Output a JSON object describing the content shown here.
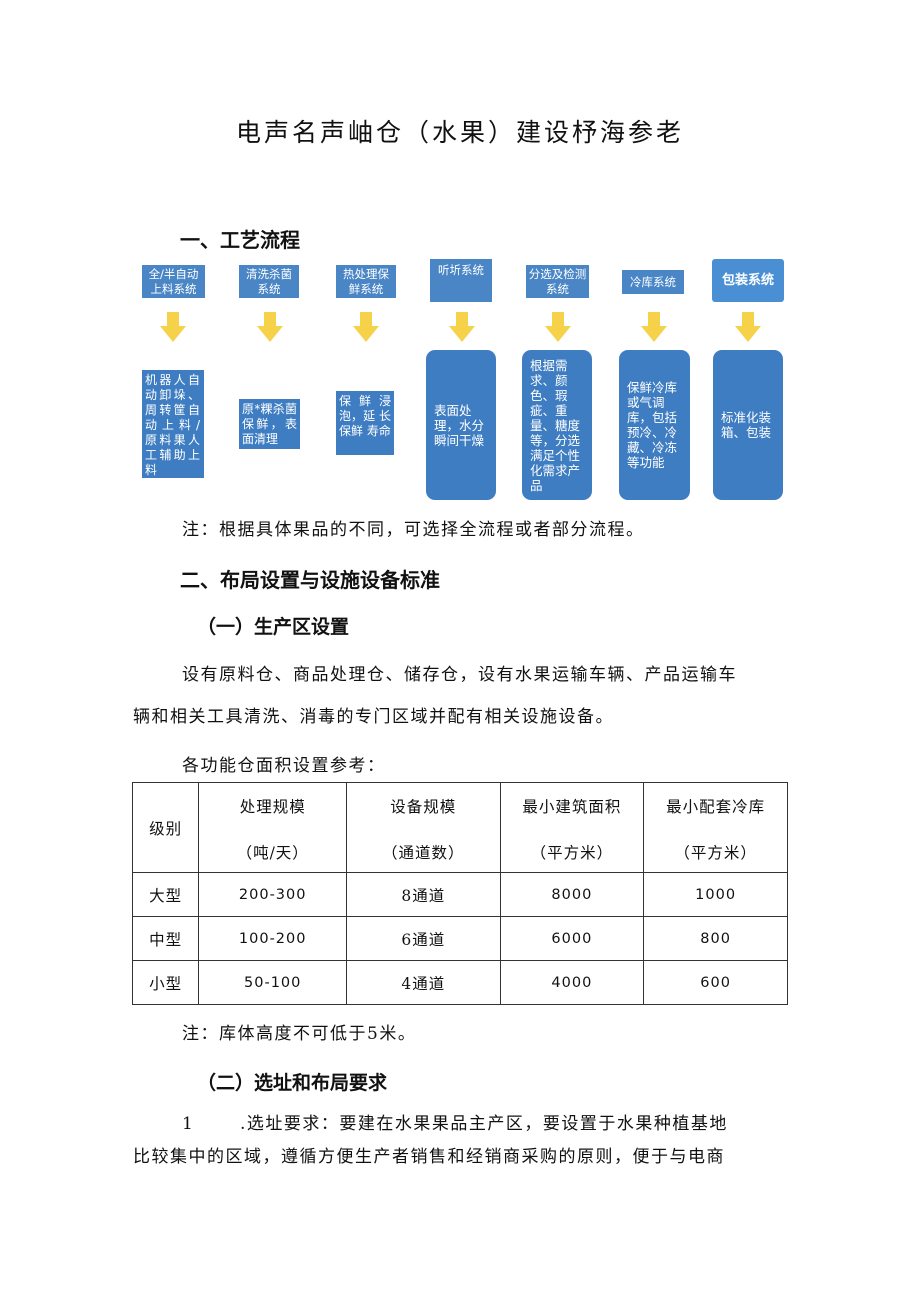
{
  "title": "电声名声岫仓（水果）建设杼海参老",
  "section1": {
    "heading": "一、工艺流程",
    "flow": [
      {
        "top": "全/半自动上料系统",
        "bottom": "机器人自动卸垛、周转筐自动上料/原料果人工辅助上料"
      },
      {
        "top": "清洗杀菌系统",
        "bottom": "原*粿杀菌保鲜，表面清理"
      },
      {
        "top": "热处理保鲜系统",
        "bottom": "保鲜浸泡，延 长保鲜 寿命"
      },
      {
        "top": "听圻系统",
        "bottom": "表面处理，水分瞬间干燥"
      },
      {
        "top": "分选及检测系统",
        "bottom": "根据需求、颜色、瑕疵、重量、糖度等，分选满足个性化需求产品"
      },
      {
        "top": "冷库系统",
        "bottom": "保鲜冷库或气调库，包括预冷、冷藏、冷冻等功能"
      },
      {
        "top": "包装系统",
        "bottom": "标准化装箱、包装"
      }
    ],
    "note": "注：根据具体果品的不同，可选择全流程或者部分流程。",
    "colors": {
      "box": "#4a86c6",
      "arrow": "#f6d24a"
    }
  },
  "section2": {
    "heading": "二、布局设置与设施设备标准",
    "sub1": {
      "heading": "（一）生产区设置",
      "para_line1": "设有原料仓、商品处理仓、储存仓，设有水果运输车辆、产品运输车",
      "para_line2": "辆和相关工具清洗、消毒的专门区域并配有相关设施设备。",
      "table_intro": "各功能仓面积设置参考：",
      "table": {
        "headers": [
          {
            "main": "级别",
            "sub": ""
          },
          {
            "main": "处理规模",
            "sub": "（吨/天）"
          },
          {
            "main": "设备规模",
            "sub": "（通道数）"
          },
          {
            "main": "最小建筑面积",
            "sub": "（平方米）"
          },
          {
            "main": "最小配套冷库",
            "sub": "（平方米）"
          }
        ],
        "rows": [
          [
            "大型",
            "200-300",
            "8通道",
            "8000",
            "1000"
          ],
          [
            "中型",
            "100-200",
            "6通道",
            "6000",
            "800"
          ],
          [
            "小型",
            "50-100",
            "4通道",
            "4000",
            "600"
          ]
        ]
      },
      "table_note": "注：库体高度不可低于5米。"
    },
    "sub2": {
      "heading": "（二）选址和布局要求",
      "item_number": "1",
      "item_line1": ".选址要求：要建在水果果品主产区，要设置于水果种植基地",
      "item_line2": "比较集中的区域，遵循方便生产者销售和经销商采购的原则，便于与电商"
    }
  }
}
